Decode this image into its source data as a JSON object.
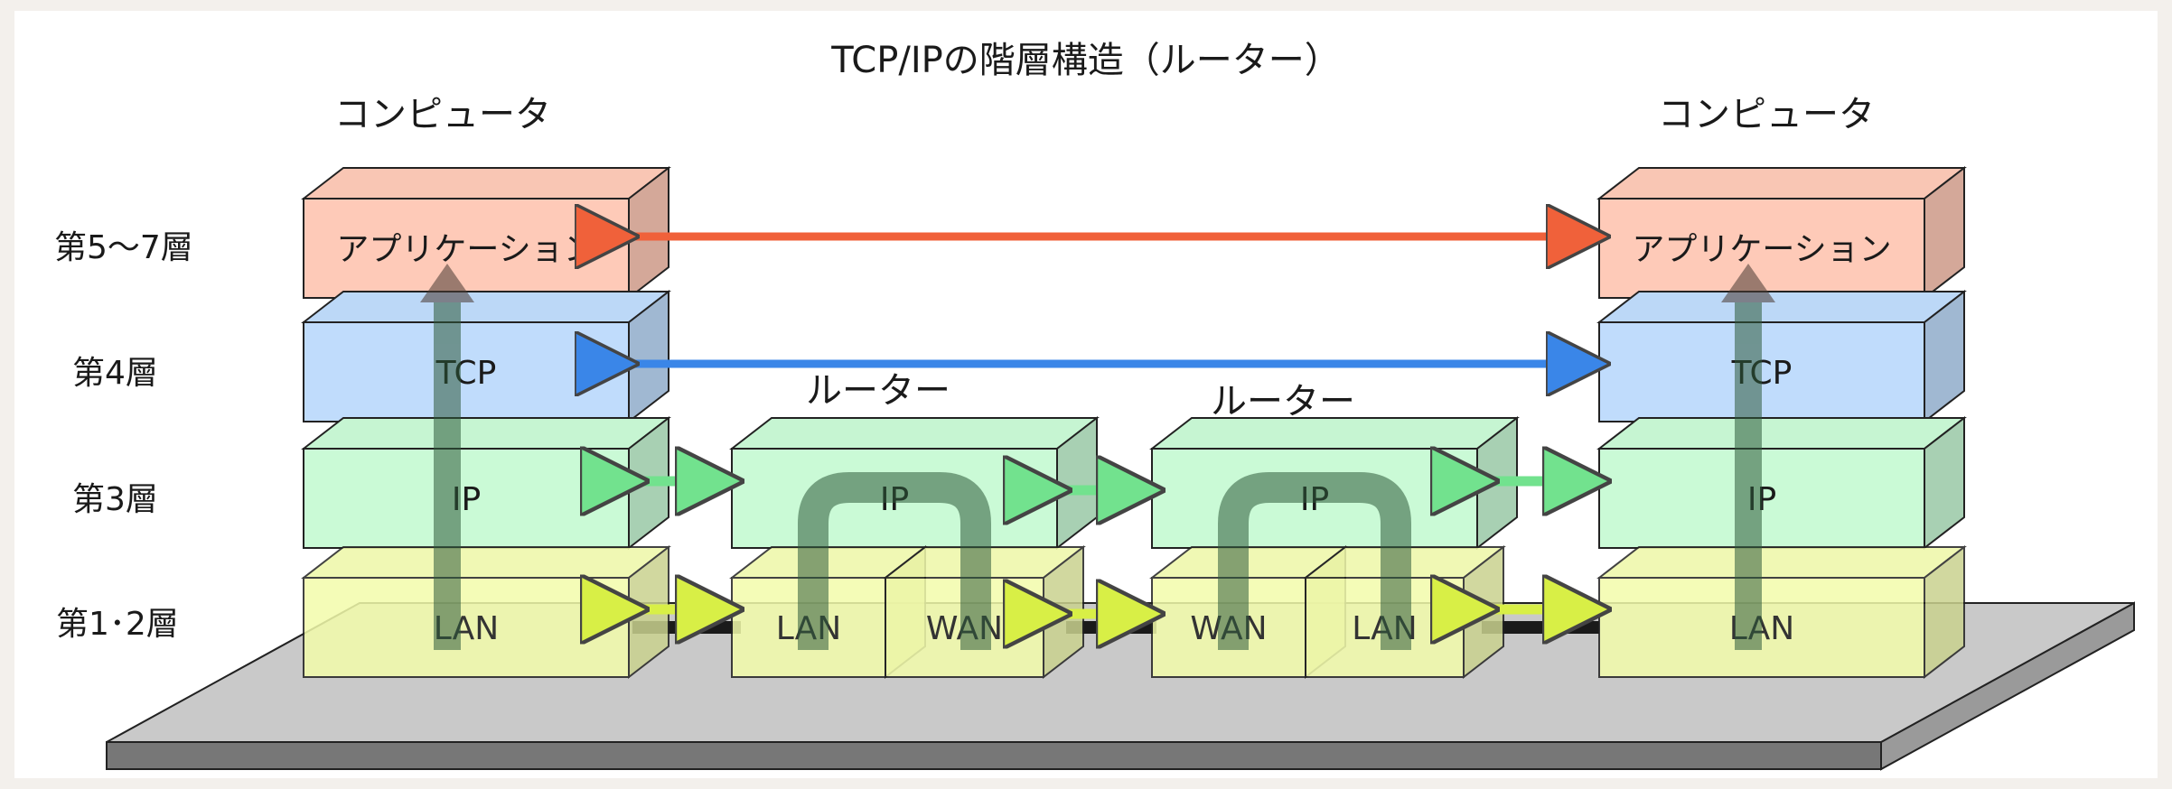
{
  "title": "TCP/IPの階層構造（ルーター）",
  "computer_left": "コンピュータ",
  "computer_right": "コンピュータ",
  "router_1": "ルーター",
  "router_2": "ルーター",
  "layers": {
    "l57": "第5～7層",
    "l4": "第4層",
    "l3": "第3層",
    "l12": "第1･2層"
  },
  "boxes": {
    "app": "アプリケーション",
    "tcp": "TCP",
    "ip": "IP",
    "lan": "LAN",
    "wan": "WAN"
  },
  "colors": {
    "app": "#f9c6b4",
    "tcp": "#bcd8f7",
    "ip": "#c6f5d2",
    "lan": "#eef7a8",
    "platform": "#c9c9c9",
    "arrow_app": "#f0613a",
    "arrow_tcp": "#3a86e8",
    "arrow_ip": "#72e28e",
    "arrow_lan": "#d8ef46",
    "flow": "#2e5a3a"
  }
}
